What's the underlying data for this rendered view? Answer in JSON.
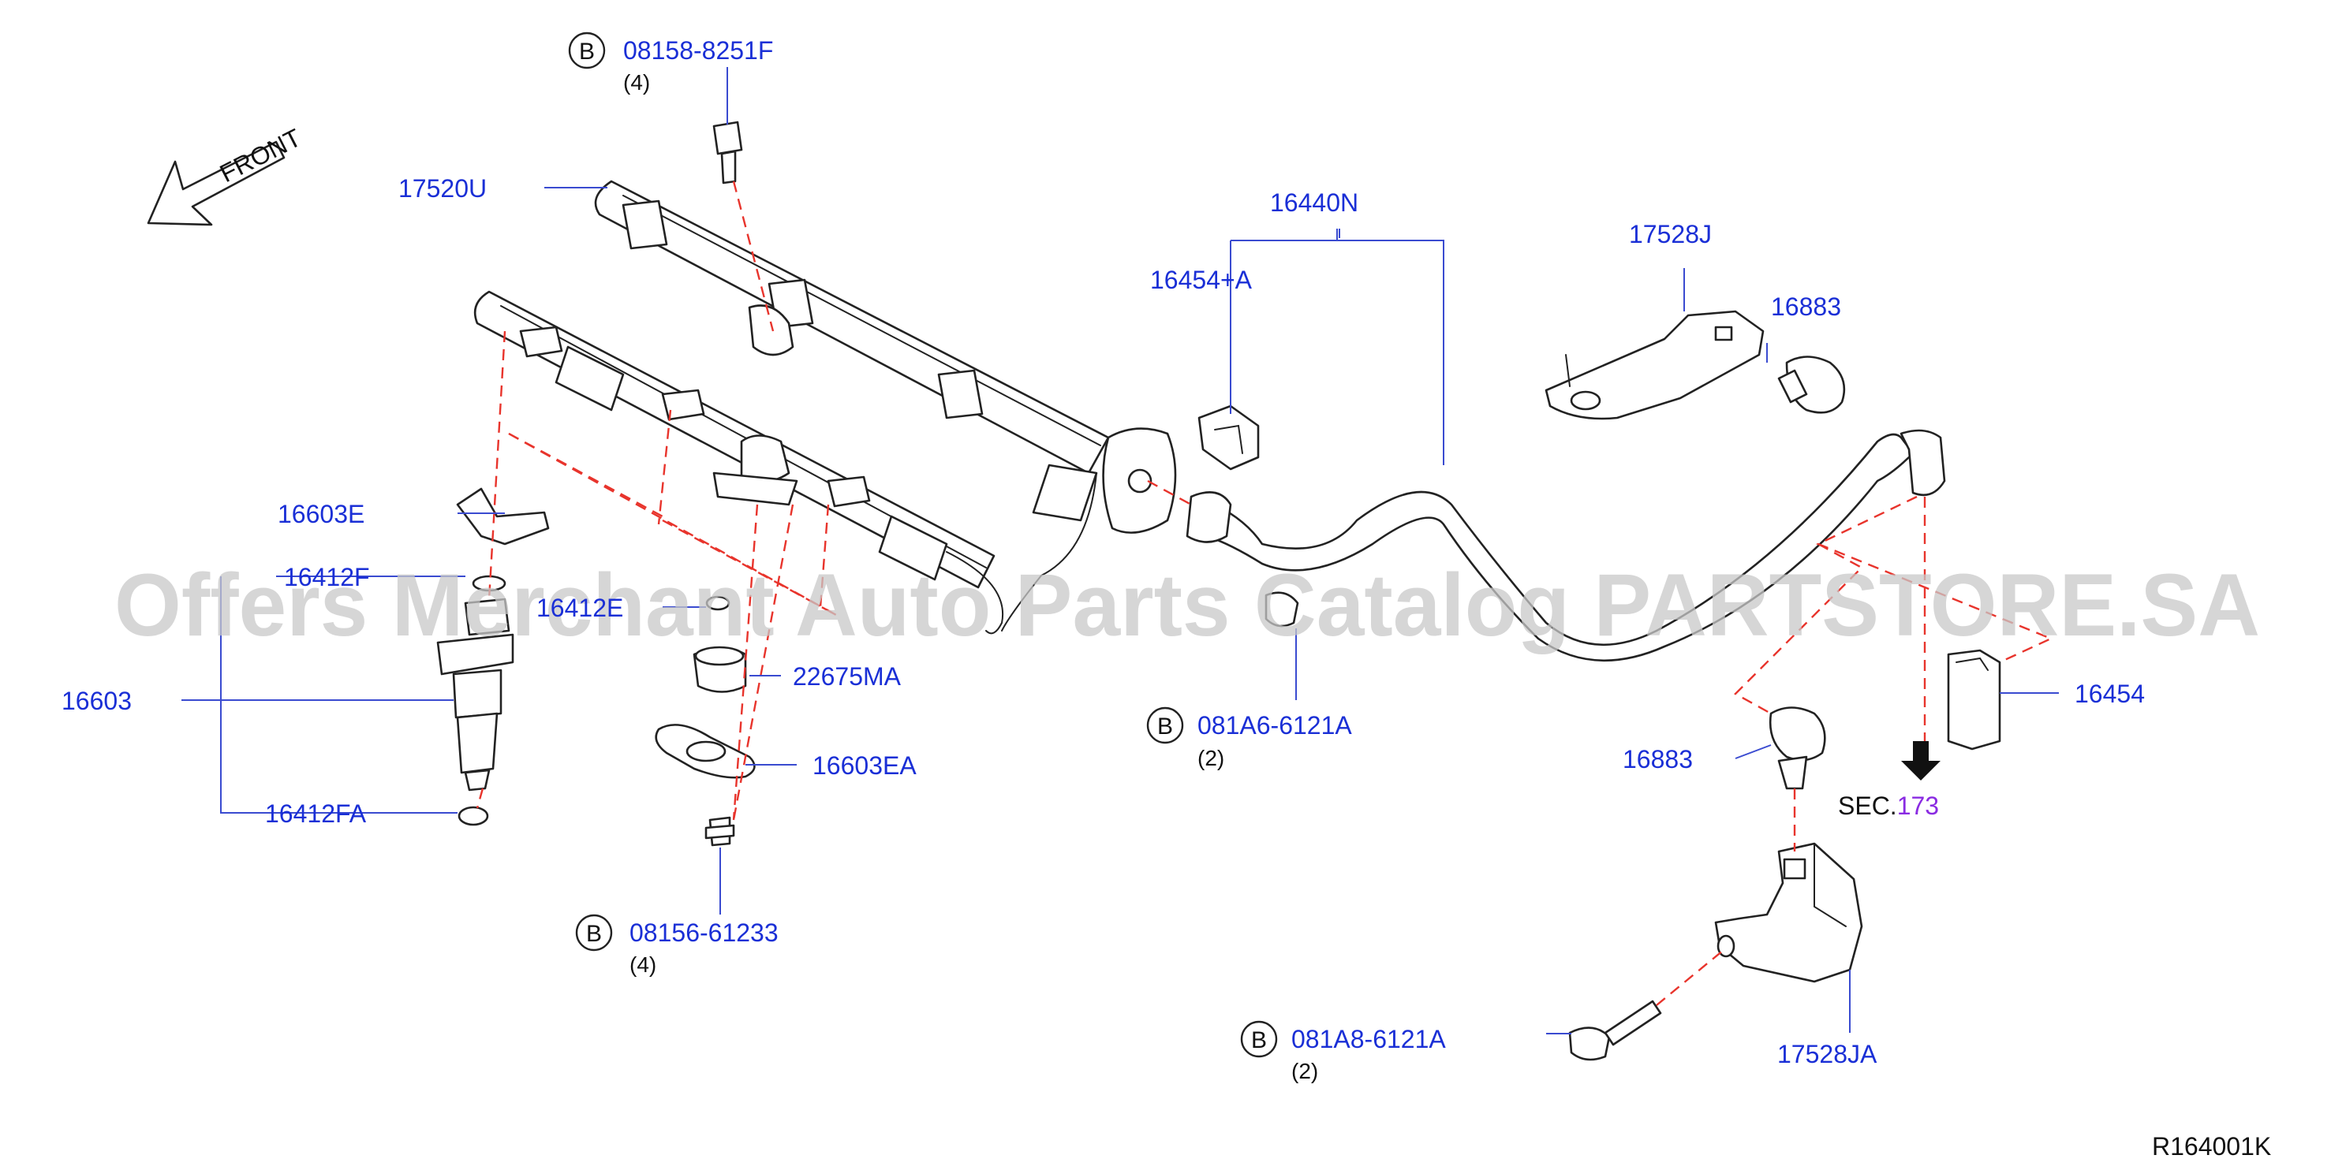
{
  "front_label": "FRONT",
  "watermark": "Offers Merchant Auto Parts Catalog PARTSTORE.SA",
  "diagram_code": "R164001K",
  "sec_prefix": "SEC.",
  "sec_number": "173",
  "bolt_marker": "B",
  "parts": {
    "p_17520U": "17520U",
    "p_16440N": "16440N",
    "p_16454A": "16454+A",
    "p_17528J": "17528J",
    "p_16883_top": "16883",
    "p_16603E": "16603E",
    "p_16412F": "16412F",
    "p_16412E": "16412E",
    "p_16603": "16603",
    "p_16412FA": "16412FA",
    "p_22675MA": "22675MA",
    "p_16603EA": "16603EA",
    "p_16454": "16454",
    "p_16883_bottom": "16883",
    "p_17528JA": "17528JA"
  },
  "bolts": {
    "b1_num": "08158-8251F",
    "b1_qty": "(4)",
    "b2_num": "081A6-6121A",
    "b2_qty": "(2)",
    "b3_num": "08156-61233",
    "b3_qty": "(4)",
    "b4_num": "081A8-6121A",
    "b4_qty": "(2)"
  }
}
